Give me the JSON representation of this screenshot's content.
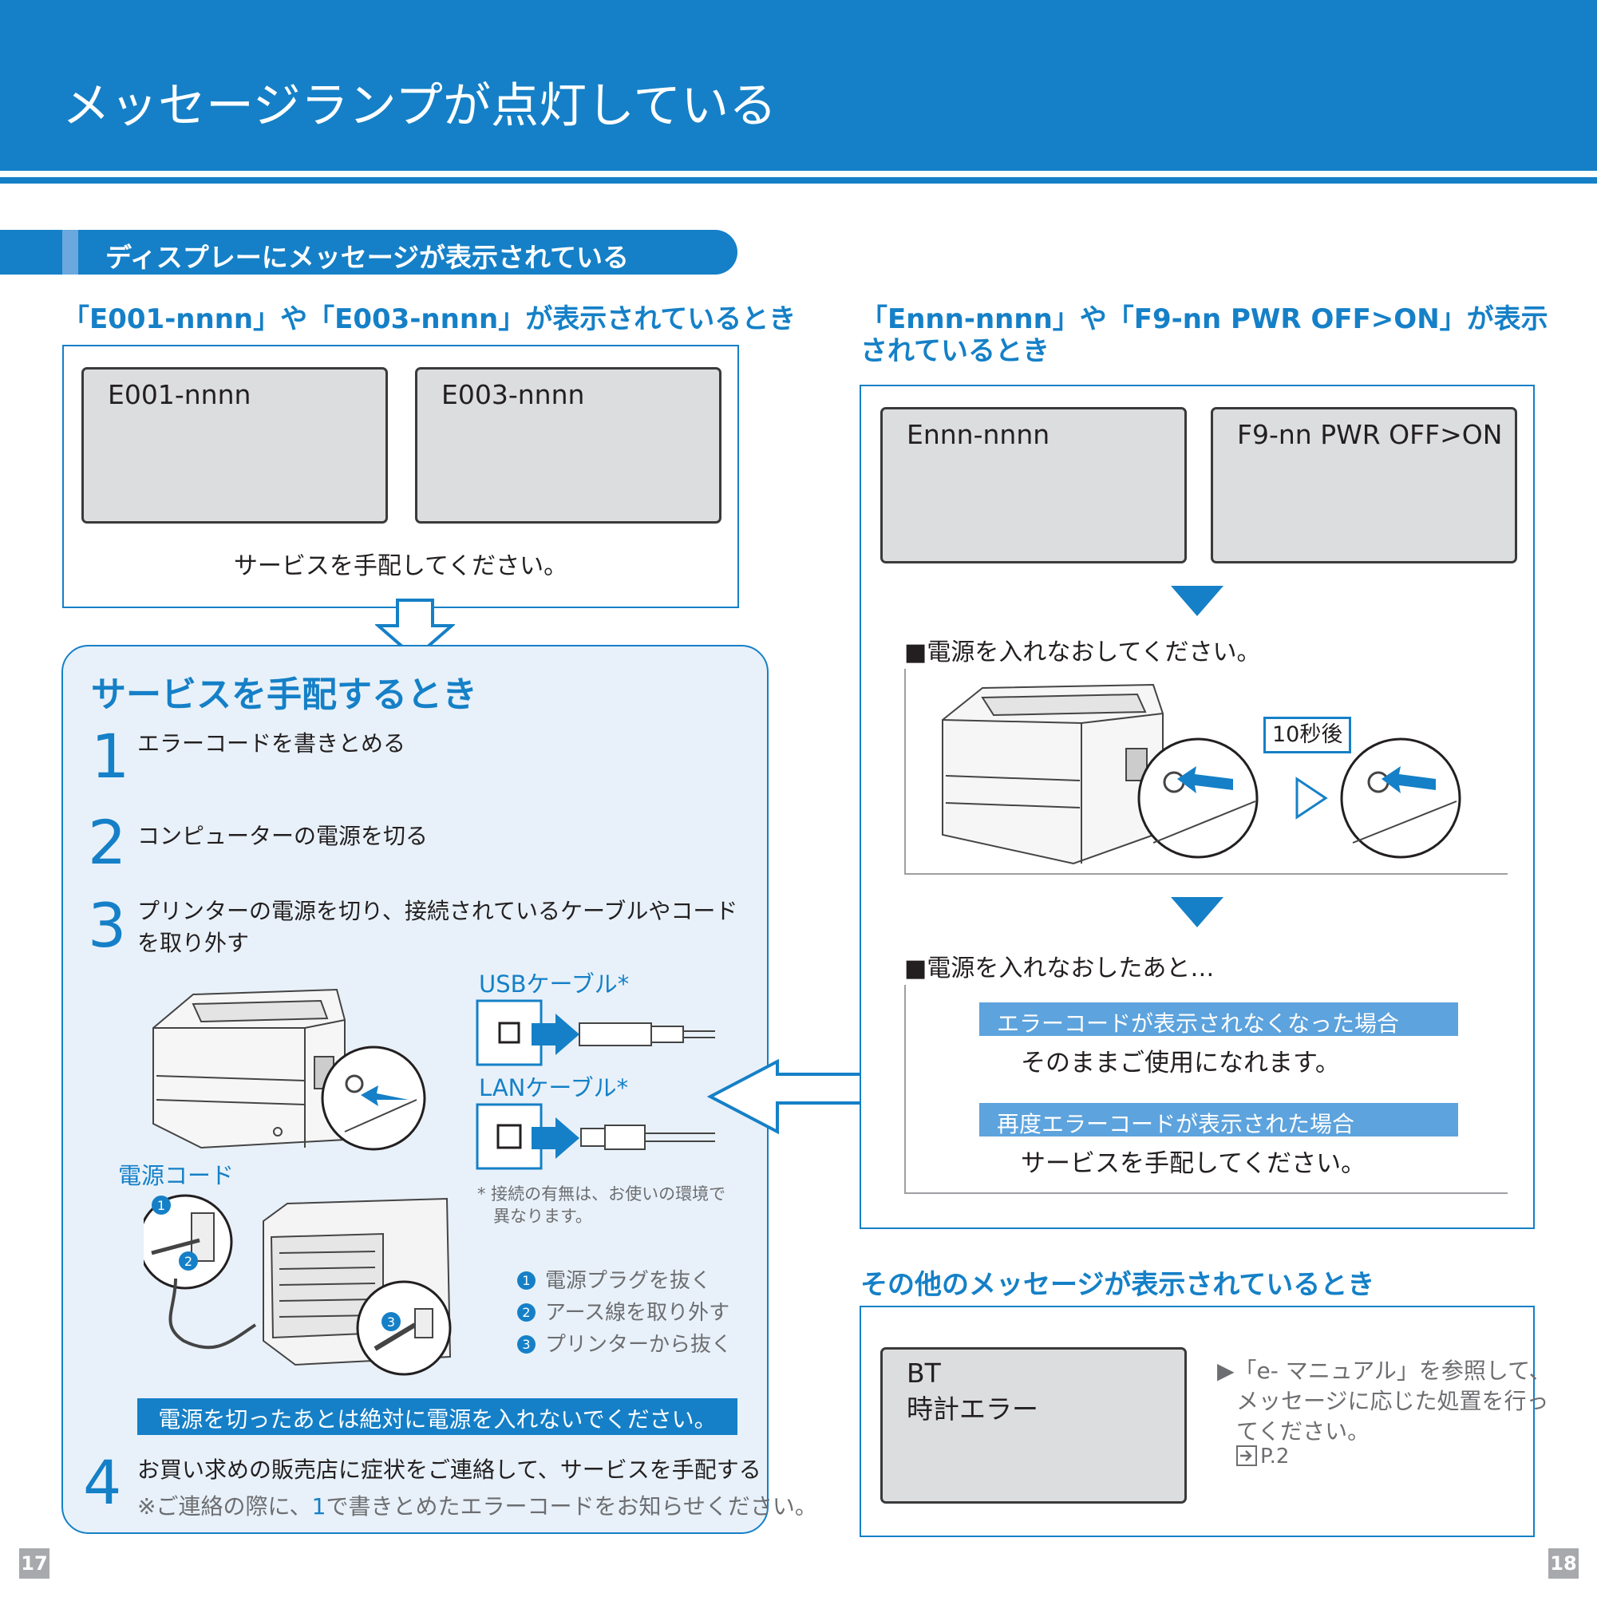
{
  "header": {
    "title": "メッセージランプが点灯している"
  },
  "section": {
    "title": "ディスプレーにメッセージが表示されている"
  },
  "left_case": {
    "heading": "「E001-nnnn」や「E003-nnnn」が表示されているとき",
    "lcd1": "E001-nnnn",
    "lcd2": "E003-nnnn",
    "instruction": "サービスを手配してください。"
  },
  "service": {
    "title": "サービスを手配するとき",
    "step1_num": "1",
    "step1_text": "エラーコードを書きとめる",
    "step2_num": "2",
    "step2_text": "コンピューターの電源を切る",
    "step3_num": "3",
    "step3_text_line1": "プリンターの電源を切り、接続されているケーブルやコード",
    "step3_text_line2": "を取り外す",
    "usb_label": "USBケーブル*",
    "lan_label": "LANケーブル*",
    "power_cord_label": "電源コード",
    "footnote_line1": "* 接続の有無は、お使いの環境で",
    "footnote_line2": "異なります。",
    "bullets": [
      {
        "num": "1",
        "text": "電源プラグを抜く"
      },
      {
        "num": "2",
        "text": "アース線を取り外す"
      },
      {
        "num": "3",
        "text": "プリンターから抜く"
      }
    ],
    "warning": "電源を切ったあとは絶対に電源を入れないでください。",
    "step4_num": "4",
    "step4_text": "お買い求めの販売店に症状をご連絡して、サービスを手配する",
    "step4_note_pre": "※ご連絡の際に、",
    "step4_note_num": "1",
    "step4_note_post": "で書きとめたエラーコードをお知らせください。"
  },
  "right_case": {
    "heading_line1": "「Ennn-nnnn」や「F9-nn PWR OFF>ON」が表示",
    "heading_line2": "されているとき",
    "lcd1": "Ennn-nnnn",
    "lcd2": "F9-nn PWR OFF>ON",
    "restart": "■電源を入れなおしてください。",
    "after_seconds": "10秒後",
    "after_restart": "■電源を入れなおしたあと…",
    "case1_label": "エラーコードが表示されなくなった場合",
    "case1_text": "そのままご使用になれます。",
    "case2_label": "再度エラーコードが表示された場合",
    "case2_text": "サービスを手配してください。"
  },
  "other": {
    "heading": "その他のメッセージが表示されているとき",
    "lcd_line1": "BT",
    "lcd_line2": "時計エラー",
    "note_line1": "▶「e- マニュアル」を参照して、",
    "note_line2": "メッセージに応じた処置を行っ",
    "note_line3": "てください。",
    "ref": "P.2"
  },
  "pages": {
    "left": "17",
    "right": "18"
  },
  "colors": {
    "brand": "#1580c7",
    "panel": "#e8f1f9",
    "lcd": "#dcdddf",
    "subbar": "#5da3dd"
  }
}
